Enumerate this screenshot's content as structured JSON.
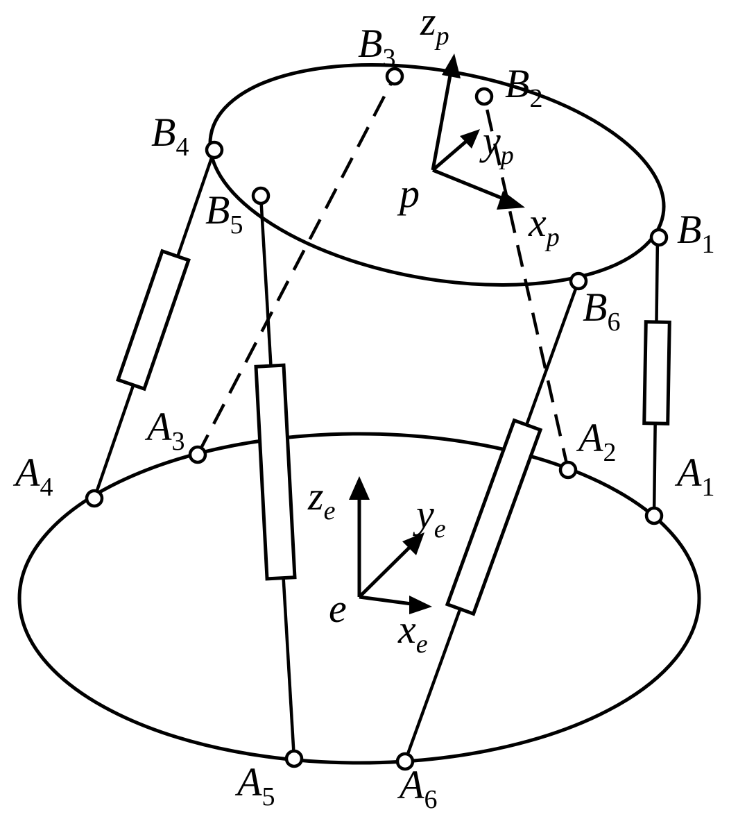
{
  "figure": {
    "top_points": [
      {
        "id": "B1",
        "letter": "B",
        "index": "1"
      },
      {
        "id": "B2",
        "letter": "B",
        "index": "2"
      },
      {
        "id": "B3",
        "letter": "B",
        "index": "3"
      },
      {
        "id": "B4",
        "letter": "B",
        "index": "4"
      },
      {
        "id": "B5",
        "letter": "B",
        "index": "5"
      },
      {
        "id": "B6",
        "letter": "B",
        "index": "6"
      }
    ],
    "base_points": [
      {
        "id": "A1",
        "letter": "A",
        "index": "1"
      },
      {
        "id": "A2",
        "letter": "A",
        "index": "2"
      },
      {
        "id": "A3",
        "letter": "A",
        "index": "3"
      },
      {
        "id": "A4",
        "letter": "A",
        "index": "4"
      },
      {
        "id": "A5",
        "letter": "A",
        "index": "5"
      },
      {
        "id": "A6",
        "letter": "A",
        "index": "6"
      }
    ],
    "platform_frame": {
      "origin": "p",
      "z_axis": {
        "letter": "z",
        "sub": "p"
      },
      "y_axis": {
        "letter": "y",
        "sub": "p"
      },
      "x_axis": {
        "letter": "x",
        "sub": "p"
      }
    },
    "base_frame": {
      "origin": "e",
      "z_axis": {
        "letter": "z",
        "sub": "e"
      },
      "y_axis": {
        "letter": "y",
        "sub": "e"
      },
      "x_axis": {
        "letter": "x",
        "sub": "e"
      }
    },
    "legs": [
      {
        "from": "A1",
        "to": "B1",
        "style": "solid",
        "actuator": true
      },
      {
        "from": "A2",
        "to": "B2",
        "style": "dashed",
        "actuator": false
      },
      {
        "from": "A3",
        "to": "B3",
        "style": "dashed",
        "actuator": false
      },
      {
        "from": "A4",
        "to": "B4",
        "style": "solid",
        "actuator": true
      },
      {
        "from": "A5",
        "to": "B5",
        "style": "solid",
        "actuator": true
      },
      {
        "from": "A6",
        "to": "B6",
        "style": "solid",
        "actuator": true
      }
    ]
  }
}
